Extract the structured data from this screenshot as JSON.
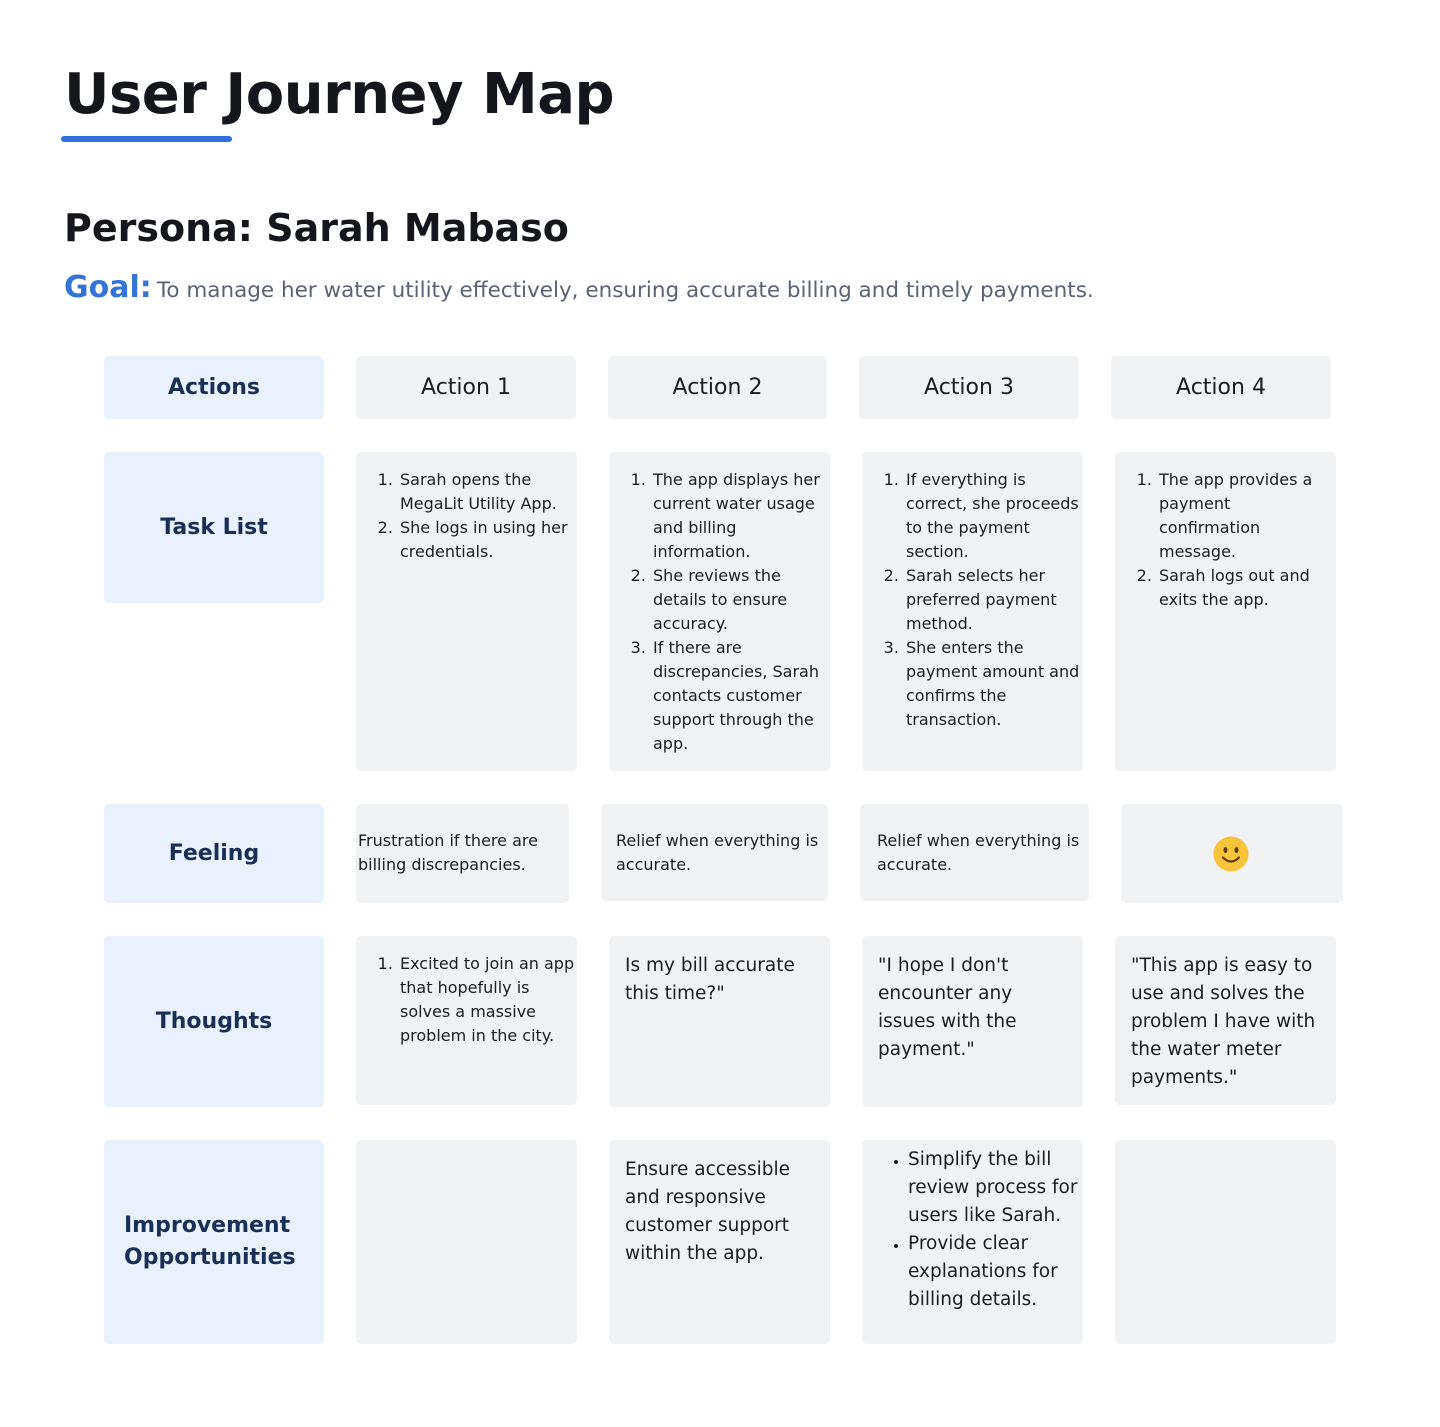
{
  "title": "User Journey Map",
  "persona": "Persona: Sarah Mabaso",
  "goal": {
    "label": "Goal:",
    "text": "To manage her water utility effectively, ensuring accurate billing and timely payments."
  },
  "accent_color": "#2f6fd6",
  "rows": {
    "actions": "Actions",
    "task_list": "Task List",
    "feeling": "Feeling",
    "thoughts": "Thoughts",
    "improvement": "Improvement Opportunities"
  },
  "columns": [
    "Action 1",
    "Action 2",
    "Action 3",
    "Action 4"
  ],
  "tasks": [
    [
      "Sarah opens the MegaLit Utility App.",
      "She logs in using her credentials."
    ],
    [
      "The app displays her current water usage and billing information.",
      "She reviews the details to ensure accuracy.",
      "If there are discrepancies, Sarah contacts customer support through the app."
    ],
    [
      "If everything is correct, she proceeds to the payment section.",
      "Sarah selects her preferred payment method.",
      "She enters the payment amount and confirms the transaction."
    ],
    [
      "The app provides a payment confirmation message.",
      "Sarah logs out and exits the app."
    ]
  ],
  "feelings": [
    "Frustration if there are billing discrepancies.",
    "Relief when everything is accurate.",
    "Relief when everything is accurate.",
    "smiley-face-icon"
  ],
  "thoughts": {
    "a1": [
      "Excited to join an app that hopefully is solves a massive problem in the city."
    ],
    "a2": "Is my bill accurate this time?\"",
    "a3": "\"I hope I don't encounter any issues with the payment.\"",
    "a4": "\"This app is easy to use and solves the problem I have with the water meter payments.\""
  },
  "improvements": {
    "a2": "Ensure accessible and responsive customer support within the app.",
    "a3": [
      "Simplify the bill review process for users like Sarah.",
      "Provide clear explanations for billing details."
    ]
  }
}
